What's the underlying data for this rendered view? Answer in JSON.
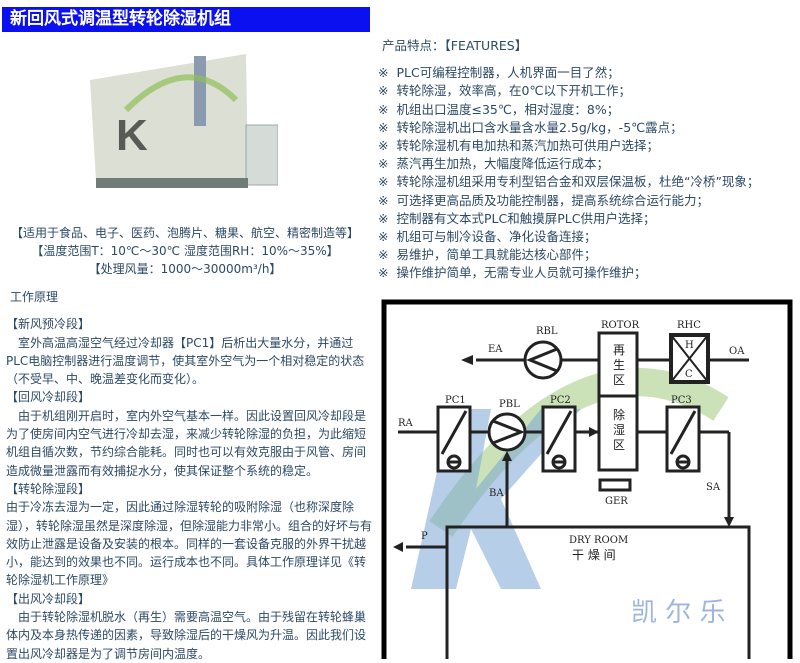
{
  "title": "新回风式调温型转轮除湿机组",
  "captions": [
    "【适用于食品、电子、医药、泡腾片、糖果、航空、精密制造等】",
    "【温度范围T：10℃～30℃ 湿度范围RH：10%～35%】",
    "【处理风量：1000～30000m³/h】"
  ],
  "features": {
    "heading": "产品特点：【FEATURES】",
    "bullet": "※",
    "items": [
      "PLC可编程控制器，人机界面一目了然；",
      "转轮除湿，效率高，在0℃以下开机工作；",
      "机组出口温度≤35℃，相对湿度：8%；",
      "转轮除湿机出口含水量含水量2.5g/kg，-5℃露点；",
      "转轮除湿机有电加热和蒸汽加热可供用户选择；",
      "蒸汽再生加热，大幅度降低运行成本；",
      "转轮除湿机组采用专利型铝合金和双层保温板，杜绝“冷桥”现象；",
      "可选择更高品质及功能控制器，提高系统综合运行能力；",
      "控制器有文本式PLC和触摸屏PLC供用户选择；",
      "机组可与制冷设备、净化设备连接；",
      "易维护，简单工具就能达核心部件；",
      "操作维护简单，无需专业人员就可操作维护；"
    ]
  },
  "principle": {
    "heading": "工作原理",
    "paragraphs": [
      "【新风预冷段】",
      "　室外高温高湿空气经过冷却器【PC1】后析出大量水分，并通过PLC电脑控制器进行温度调节，使其室外空气为一个相对稳定的状态（不受早、中、晚温差变化而变化）。",
      "【回风冷却段】",
      "　由于机组刚开启时，室内外空气基本一样。因此设置回风冷却段是为了使房间内空气进行冷却去湿，来减少转轮除湿的负担，为此缩短机组自循次数，节约综合能耗。同时也可以有效克服由于风管、房间造成微量泄露而有效捕捉水分，使其保证整个系统的稳定。",
      "【转轮除湿段】",
      "由于冷冻去湿为一定，因此通过除湿转轮的吸附除湿（也称深度除湿），转轮除湿虽然是深度除湿，但除湿能力非常小。组合的好坏与有效防止泄露是设备及安装的根本。同样的一套设备克服的外界干扰越小，能达到的效果也不同。运行成本也不同。具体工作原理详见《转轮除湿机工作原理》",
      "【出风冷却段】",
      "　由于转轮除湿机脱水（再生）需要高温空气。由于残留在转轮蜂巢体内及本身热传递的因素，导致除湿后的干燥风为升温。因此我们设置出风冷却器是为了调节房间内温度。"
    ]
  },
  "diagram": {
    "labels": {
      "rbl": "RBL",
      "rotor": "ROTOR",
      "rhc": "RHC",
      "ea": "EA",
      "oa": "OA",
      "h": "H",
      "c": "C",
      "regen": [
        "再",
        "生",
        "区"
      ],
      "dehum": [
        "除",
        "湿",
        "区"
      ],
      "pc1": "PC1",
      "pbl": "PBL",
      "pc2": "PC2",
      "pc3": "PC3",
      "ra": "RA",
      "ba": "BA",
      "sa": "SA",
      "ger": "GER",
      "p": "P",
      "dry_room_en": "DRY ROOM",
      "dry_room_cn": "干 燥 间"
    },
    "watermark": "凯 尔 乐"
  }
}
